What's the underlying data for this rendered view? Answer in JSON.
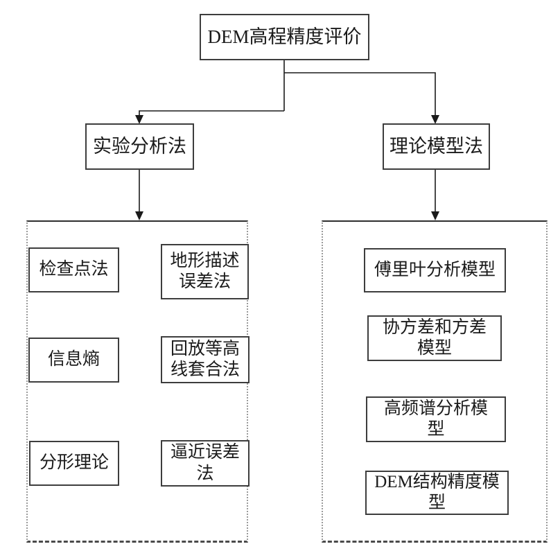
{
  "diagram": {
    "root": "DEM高程精度评价",
    "branches": [
      {
        "label": "实验分析法",
        "children": [
          "检查点法",
          "地形描述\n误差法",
          "信息熵",
          "回放等高\n线套合法",
          "分形理论",
          "逼近误差\n法"
        ]
      },
      {
        "label": "理论模型法",
        "children": [
          "傅里叶分析模型",
          "协方差和方差\n模型",
          "高频谱分析模\n型",
          "DEM结构精度模\n型"
        ]
      }
    ],
    "line_color": "#1a1a1a"
  }
}
